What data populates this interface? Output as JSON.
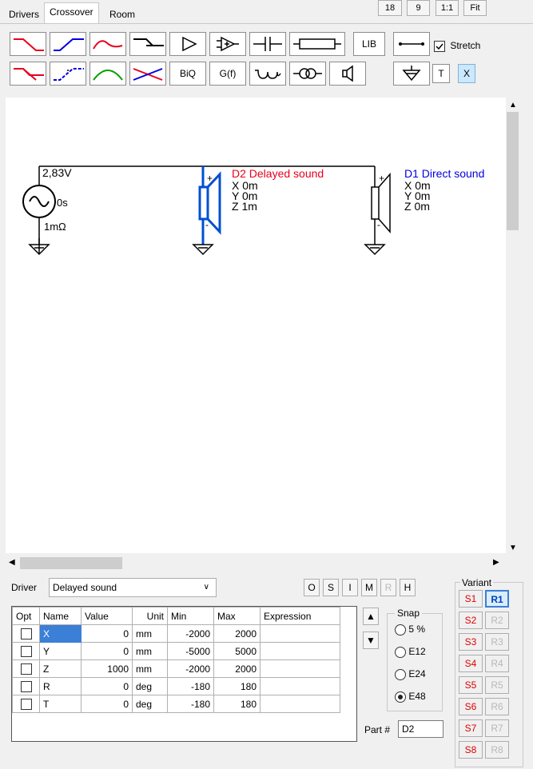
{
  "tabs": [
    "Drivers",
    "Crossover",
    "Room"
  ],
  "active_tab": "Crossover",
  "zoom": {
    "b1": "18",
    "b2": "9",
    "b3": "1:1",
    "b4": "Fit"
  },
  "toolbar": {
    "lib_label": "LIB",
    "biq_label": "BiQ",
    "gf_label": "G(f)",
    "t_label": "T",
    "x_label": "X",
    "stretch_label": "Stretch",
    "stretch_checked": true,
    "row1_icons": [
      "lowpass-icon",
      "highpass-icon",
      "bandpass-icon",
      "shelf-icon",
      "amplifier-icon",
      "opamp-icon",
      "capacitor-icon",
      "resistor-icon",
      "lib-button",
      "wire-icon"
    ],
    "row2_icons": [
      "lowpass-alt-icon",
      "highpass-alt-icon",
      "bandpass-alt-icon",
      "crossover-icon",
      "biquad-button",
      "transfer-function-button",
      "inductor-icon",
      "transformer-icon",
      "speaker-icon",
      "ground-icon"
    ]
  },
  "schematic": {
    "source_voltage": "2,83V",
    "source_delay": "0s",
    "source_resistance": "1mΩ",
    "d2": {
      "name": "D2 Delayed sound",
      "x": "X 0m",
      "y": "Y 0m",
      "z": "Z 1m",
      "color": "#e8001c"
    },
    "d1": {
      "name": "D1 Direct sound",
      "x": "X 0m",
      "y": "Y 0m",
      "z": "Z 0m",
      "color": "#0000e0"
    },
    "plus": "+",
    "minus": "-"
  },
  "driver": {
    "label": "Driver",
    "selected": "Delayed sound",
    "mode_buttons": [
      "O",
      "S",
      "I",
      "M",
      "R",
      "H"
    ],
    "disabled_buttons": [
      "R"
    ]
  },
  "table": {
    "headers": [
      "Opt",
      "Name",
      "Value",
      "Unit",
      "Min",
      "Max",
      "Expression"
    ],
    "rows": [
      {
        "name": "X",
        "value": "0",
        "unit": "mm",
        "min": "-2000",
        "max": "2000",
        "expr": ""
      },
      {
        "name": "Y",
        "value": "0",
        "unit": "mm",
        "min": "-5000",
        "max": "5000",
        "expr": ""
      },
      {
        "name": "Z",
        "value": "1000",
        "unit": "mm",
        "min": "-2000",
        "max": "2000",
        "expr": ""
      },
      {
        "name": "R",
        "value": "0",
        "unit": "deg",
        "min": "-180",
        "max": "180",
        "expr": ""
      },
      {
        "name": "T",
        "value": "0",
        "unit": "deg",
        "min": "-180",
        "max": "180",
        "expr": ""
      }
    ]
  },
  "snap": {
    "label": "Snap",
    "options": [
      "5 %",
      "E12",
      "E24",
      "E48"
    ],
    "selected": "E48"
  },
  "part": {
    "label": "Part #",
    "value": "D2"
  },
  "variant": {
    "label": "Variant",
    "s": [
      "S1",
      "S2",
      "S3",
      "S4",
      "S5",
      "S6",
      "S7",
      "S8"
    ],
    "r": [
      "R1",
      "R2",
      "R3",
      "R4",
      "R5",
      "R6",
      "R7",
      "R8"
    ],
    "selected": "R1"
  },
  "colors": {
    "d2": "#e8001c",
    "d1": "#0000e0",
    "source": "#000000",
    "accent": "#3b7fd6"
  }
}
